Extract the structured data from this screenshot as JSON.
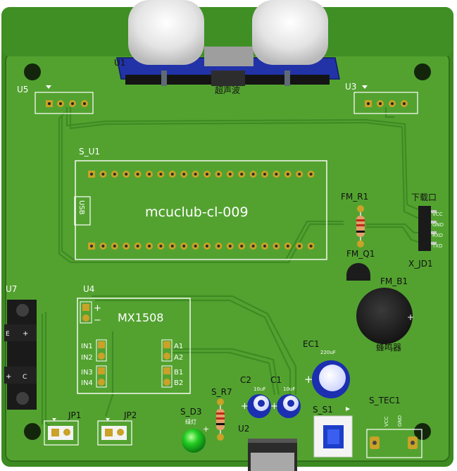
{
  "board": {
    "colors": {
      "pcb": "#4d9a2c",
      "pcb_edge": "#2f6e1a",
      "trace": "#3f8a24",
      "silk": "#ffffff",
      "copper": "#c9a227",
      "module_blue": "#2233a8",
      "led_green": "#18c020",
      "cap_blue": "#1b2fb0"
    },
    "designators": {
      "u1": "U1",
      "u5": "U5",
      "u3": "U3",
      "s_u1": "S_U1",
      "fm_r1": "FM_R1",
      "fm_q1": "FM_Q1",
      "fm_b1": "FM_B1",
      "x_jd1": "X_JD1",
      "u7": "U7",
      "u4": "U4",
      "ec1": "EC1",
      "c2": "C2",
      "c1": "C1",
      "s_r7": "S_R7",
      "s_d3": "S_D3",
      "u2": "U2",
      "s_s1": "S_S1",
      "s_tec1": "S_TEC1",
      "jp1": "JP1",
      "jp2": "JP2"
    },
    "labels": {
      "mcu_name": "mcuclub-cl-009",
      "usb": "USB",
      "driver_chip": "MX1508",
      "download_port": "下载口",
      "buzzer": "蜂鸣器",
      "ultrasonic": "超声波",
      "ec1_value": "220uF",
      "cap_value": "10uF",
      "led_label": "绿灯",
      "plus": "+",
      "minus": "−"
    },
    "download_pins": [
      "VCC",
      "GND",
      "RXD",
      "TXD"
    ],
    "driver_inputs": [
      "IN1",
      "IN2",
      "IN3",
      "IN4"
    ],
    "driver_outputs_a": [
      "A1",
      "A2"
    ],
    "driver_outputs_b": [
      "B1",
      "B2"
    ],
    "tec_pins": [
      "VCC",
      "GND"
    ]
  }
}
